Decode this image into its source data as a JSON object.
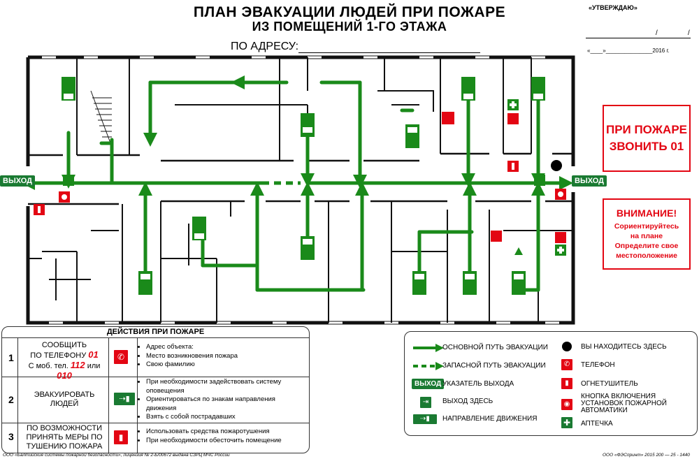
{
  "header": {
    "title_line1": "ПЛАН ЭВАКУАЦИИ ЛЮДЕЙ ПРИ ПОЖАРЕ",
    "title_line2": "ИЗ ПОМЕЩЕНИЙ 1-ГО ЭТАЖА",
    "address_label": "ПО АДРЕСУ:"
  },
  "approval": {
    "label": "«УТВЕРЖДАЮ»",
    "slash": "/",
    "date": "«____»_______________2016 г."
  },
  "plan": {
    "exit_label": "ВЫХОД",
    "colors": {
      "wall": "#111111",
      "route": "#1a8a1a",
      "exit_sign": "#1a7a32",
      "alert": "#e30613"
    }
  },
  "notices": {
    "fire_call_line1": "ПРИ ПОЖАРЕ",
    "fire_call_line2": "ЗВОНИТЬ 01",
    "attention_title": "ВНИМАНИЕ!",
    "attention_line1": "Сориентируйтесь",
    "attention_line2": "на плане",
    "attention_line3": "Определите свое",
    "attention_line4": "местоположение"
  },
  "actions": {
    "title": "ДЕЙСТВИЯ ПРИ ПОЖАРЕ",
    "rows": [
      {
        "num": "1",
        "label_line1": "СООБЩИТЬ",
        "label_line2": "ПО ТЕЛЕФОНУ",
        "phone": "01",
        "mobile_prefix": "С моб. тел.",
        "mobile1": "112",
        "or": "или",
        "mobile2": "010",
        "icon": "phone-icon",
        "items": [
          "Адрес объекта:",
          "Место возникновения пожара",
          "Свою фамилию"
        ]
      },
      {
        "num": "2",
        "label_line1": "ЭВАКУИРОВАТЬ",
        "label_line2": "ЛЮДЕЙ",
        "icon": "direction-icon",
        "items": [
          "При необходимости задействовать систему оповещения",
          "Ориентироваться по знакам направления движения",
          "Взять с собой пострадавших"
        ]
      },
      {
        "num": "3",
        "label_line1": "ПО ВОЗМОЖНОСТИ",
        "label_line2": "ПРИНЯТЬ МЕРЫ ПО",
        "label_line3": "ТУШЕНИЮ ПОЖАРА",
        "icon": "extinguisher-icon",
        "items": [
          "Использовать средства пожаротушения",
          "При необходимости обесточить помещение"
        ]
      }
    ]
  },
  "legend": {
    "main_route": "ОСНОВНОЙ ПУТЬ ЭВАКУАЦИИ",
    "spare_route": "ЗАПАСНОЙ ПУТЬ ЭВАКУАЦИИ",
    "exit_sign_word": "ВЫХОД",
    "exit_pointer": "УКАЗАТЕЛЬ ВЫХОДА",
    "exit_here": "ВЫХОД ЗДЕСЬ",
    "direction": "НАПРАВЛЕНИЕ ДВИЖЕНИЯ",
    "you_are_here": "ВЫ НАХОДИТЕСЬ ЗДЕСЬ",
    "phone": "ТЕЛЕФОН",
    "extinguisher": "ОГНЕТУШИТЕЛЬ",
    "button_line1": "КНОПКА ВКЛЮЧЕНИЯ",
    "button_line2": "УСТАНОВОК ПОЖАРНОЙ",
    "button_line3": "АВТОМАТИКИ",
    "first_aid": "АПТЕЧКА"
  },
  "footer": {
    "left": "ООО «Балтийские системы пожарной безопасности», лицензия № 2-Б/00672 выдана СЗРЦ МЧС России",
    "right": "ООО «ФЭСпринт» 2015 200 — 25 - 1440"
  }
}
